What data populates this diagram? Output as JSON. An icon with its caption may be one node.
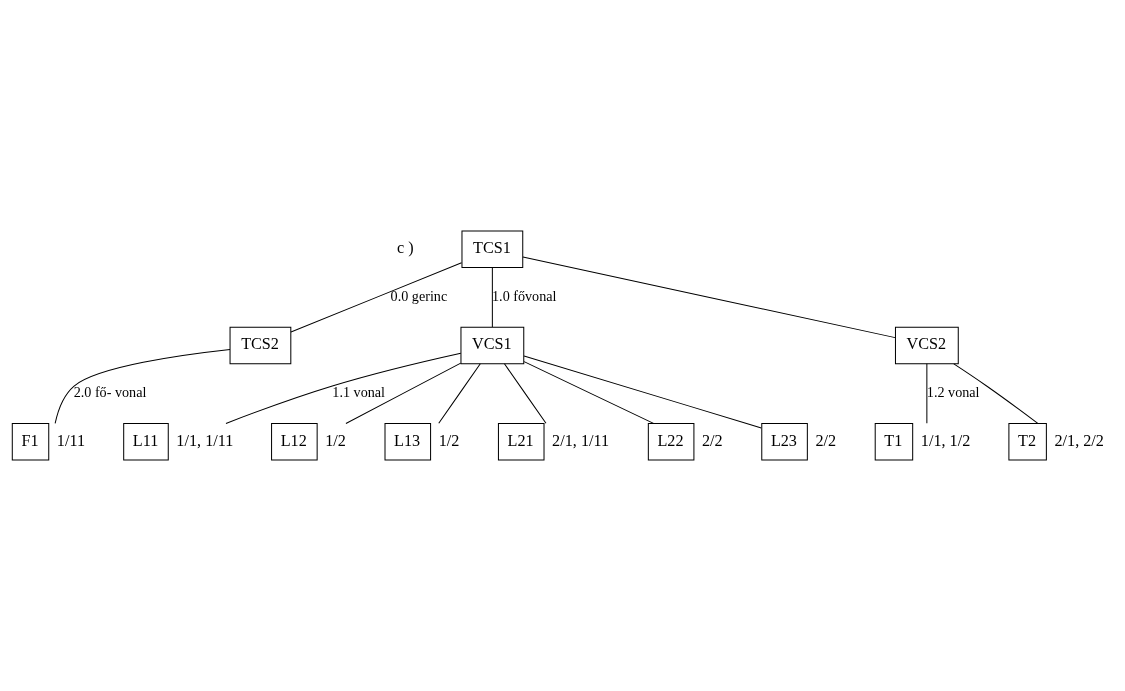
{
  "diagram": {
    "nodes": [
      {
        "text": [
          "TCS1"
        ]
      },
      {
        "text": [
          "TCS2"
        ]
      },
      {
        "text": [
          "VCS1"
        ]
      },
      {
        "text": [
          "VCS2"
        ]
      },
      {
        "text": [
          "L11"
        ],
        "beside": [
          "1/1, 1/11"
        ]
      },
      {
        "text": [
          "L12"
        ],
        "beside": [
          "1/2"
        ]
      },
      {
        "text": [
          "L13"
        ],
        "beside": [
          "1/2"
        ]
      },
      {
        "text": [
          "L21"
        ],
        "beside": [
          "2/1, 1/11"
        ]
      },
      {
        "text": [
          "L22"
        ],
        "beside": [
          "2/2"
        ]
      },
      {
        "text": [
          "L23"
        ],
        "beside": [
          "2/2"
        ]
      },
      {
        "text": [
          "F1"
        ],
        "beside": [
          "1/11"
        ]
      },
      {
        "text": [
          "T1"
        ],
        "beside": [
          "1/1, 1/2"
        ]
      },
      {
        "text": [
          "T2"
        ],
        "beside": [
          "2/1, 2/2"
        ]
      }
    ],
    "edges": [
      {
        "from": 0,
        "to": 1,
        "arrow": "none",
        "label": "0.0 gerinc"
      },
      {
        "from": 0,
        "to": 2,
        "arrow": "none",
        "label": "1.0 fővonal"
      },
      {
        "from": 0,
        "to": 3,
        "arrow": "none"
      },
      {
        "from": 1,
        "to": 10,
        "arrow": "none",
        "label": "2.0 fő- vonal"
      },
      {
        "from": 2,
        "to": 4,
        "arrow": "none",
        "label": "1.1 vonal"
      },
      {
        "from": 2,
        "to": 5,
        "arrow": "none"
      },
      {
        "from": 2,
        "to": 6,
        "arrow": "none"
      },
      {
        "from": 2,
        "to": 7,
        "arrow": "none"
      },
      {
        "from": 2,
        "to": 8,
        "arrow": "none"
      },
      {
        "from": 2,
        "to": 9,
        "arrow": "none"
      },
      {
        "from": 3,
        "to": 11,
        "arrow": "none",
        "label": "1.2 vonal"
      },
      {
        "from": 3,
        "to": 12,
        "arrow": "none"
      }
    ],
    "labels": [
      "c )"
    ]
  }
}
